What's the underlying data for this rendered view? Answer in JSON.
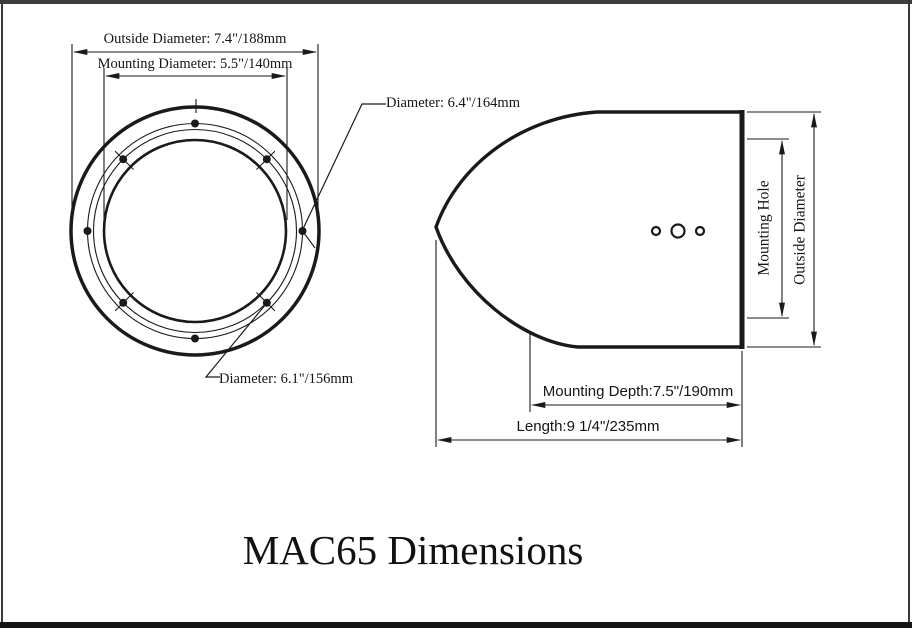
{
  "title": "MAC65 Dimensions",
  "front_view": {
    "outside_diameter_label": "Outside Diameter: 7.4\"/188mm",
    "mounting_diameter_label": "Mounting Diameter: 5.5\"/140mm",
    "bolt_circle_outer_label": "Diameter: 6.4\"/164mm",
    "bolt_circle_inner_label": "Diameter: 6.1\"/156mm"
  },
  "side_view": {
    "mounting_hole_label": "Mounting Hole",
    "outside_diameter_label": "Outside Diameter",
    "mounting_depth_label": "Mounting Depth:7.5\"/190mm",
    "length_label": "Length:9 1/4\"/235mm"
  },
  "colors": {
    "line": "#1a1a1a",
    "background": "#ffffff",
    "top_border": "#3d3d3d",
    "bottom_border": "#141414"
  }
}
